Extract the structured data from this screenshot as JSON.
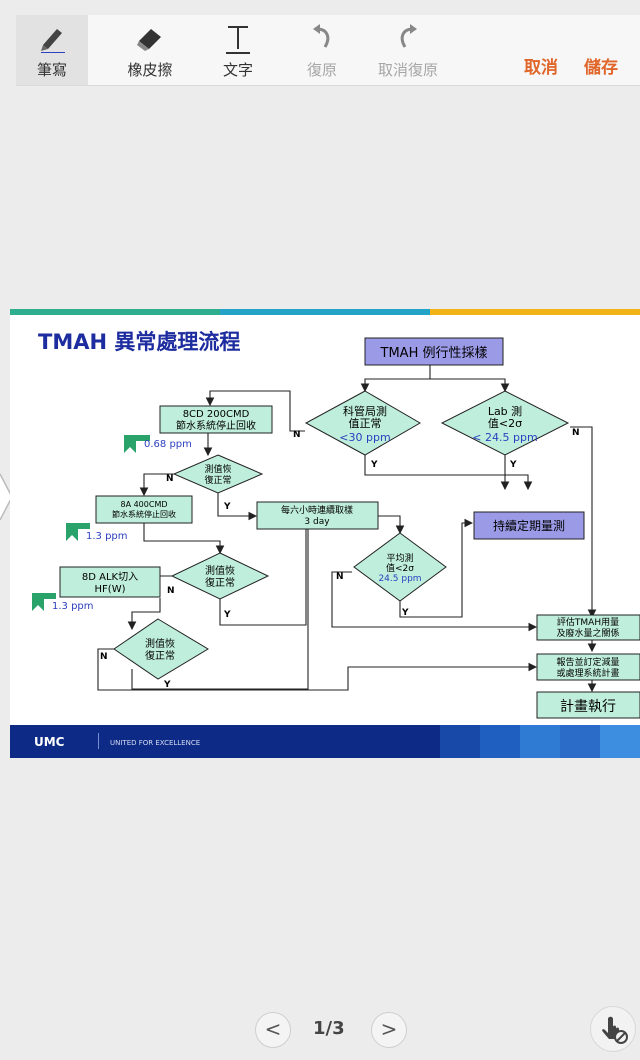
{
  "toolbar": {
    "pen_label": "筆寫",
    "eraser_label": "橡皮擦",
    "text_label": "文字",
    "undo_label": "復原",
    "redo_label": "取消復原",
    "cancel_label": "取消",
    "save_label": "儲存"
  },
  "slide": {
    "title": "TMAH 異常處理流程",
    "start_box": "TMAH 例行性採樣",
    "diamond_kgj": [
      "科管局測",
      "值正常",
      "<30 ppm"
    ],
    "diamond_lab": [
      "Lab 測",
      "值<2σ",
      "< 24.5 ppm"
    ],
    "box_8cd": [
      "8CD 200CMD",
      "節水系統停止回收"
    ],
    "ppm_1": "0.68 ppm",
    "diamond_r1": [
      "測值恢",
      "復正常"
    ],
    "box_8a": [
      "8A 400CMD",
      "節水系統停止回收"
    ],
    "ppm_2": "1.3 ppm",
    "box_6hr": [
      "每六小時連續取樣",
      "3 day"
    ],
    "box_continue": "持續定期量測",
    "diamond_r2": [
      "測值恢",
      "復正常"
    ],
    "box_8d": [
      "8D ALK切入",
      "HF(W)"
    ],
    "ppm_3": "1.3 ppm",
    "diamond_avg": [
      "平均測",
      "值<2σ",
      "24.5 ppm"
    ],
    "diamond_r3": [
      "測值恢",
      "復正常"
    ],
    "box_eval": [
      "評估TMAH用量",
      "及廢水量之關係"
    ],
    "box_report": [
      "報告並訂定減量",
      "或處理系統計畫"
    ],
    "box_exec": "計畫執行",
    "y": "Y",
    "n": "N",
    "footer_logo": "UMC",
    "footer_tagline": "UNITED FOR EXCELLENCE"
  },
  "pager": {
    "label": "1/3",
    "prev": "<",
    "next": ">"
  },
  "colors": {
    "accent": "#e0662a",
    "title_blue": "#1d2c9f",
    "diamond_fill": "#bfeedd",
    "purple_box": "#9b9ae6",
    "footer": "#0d2a86"
  }
}
